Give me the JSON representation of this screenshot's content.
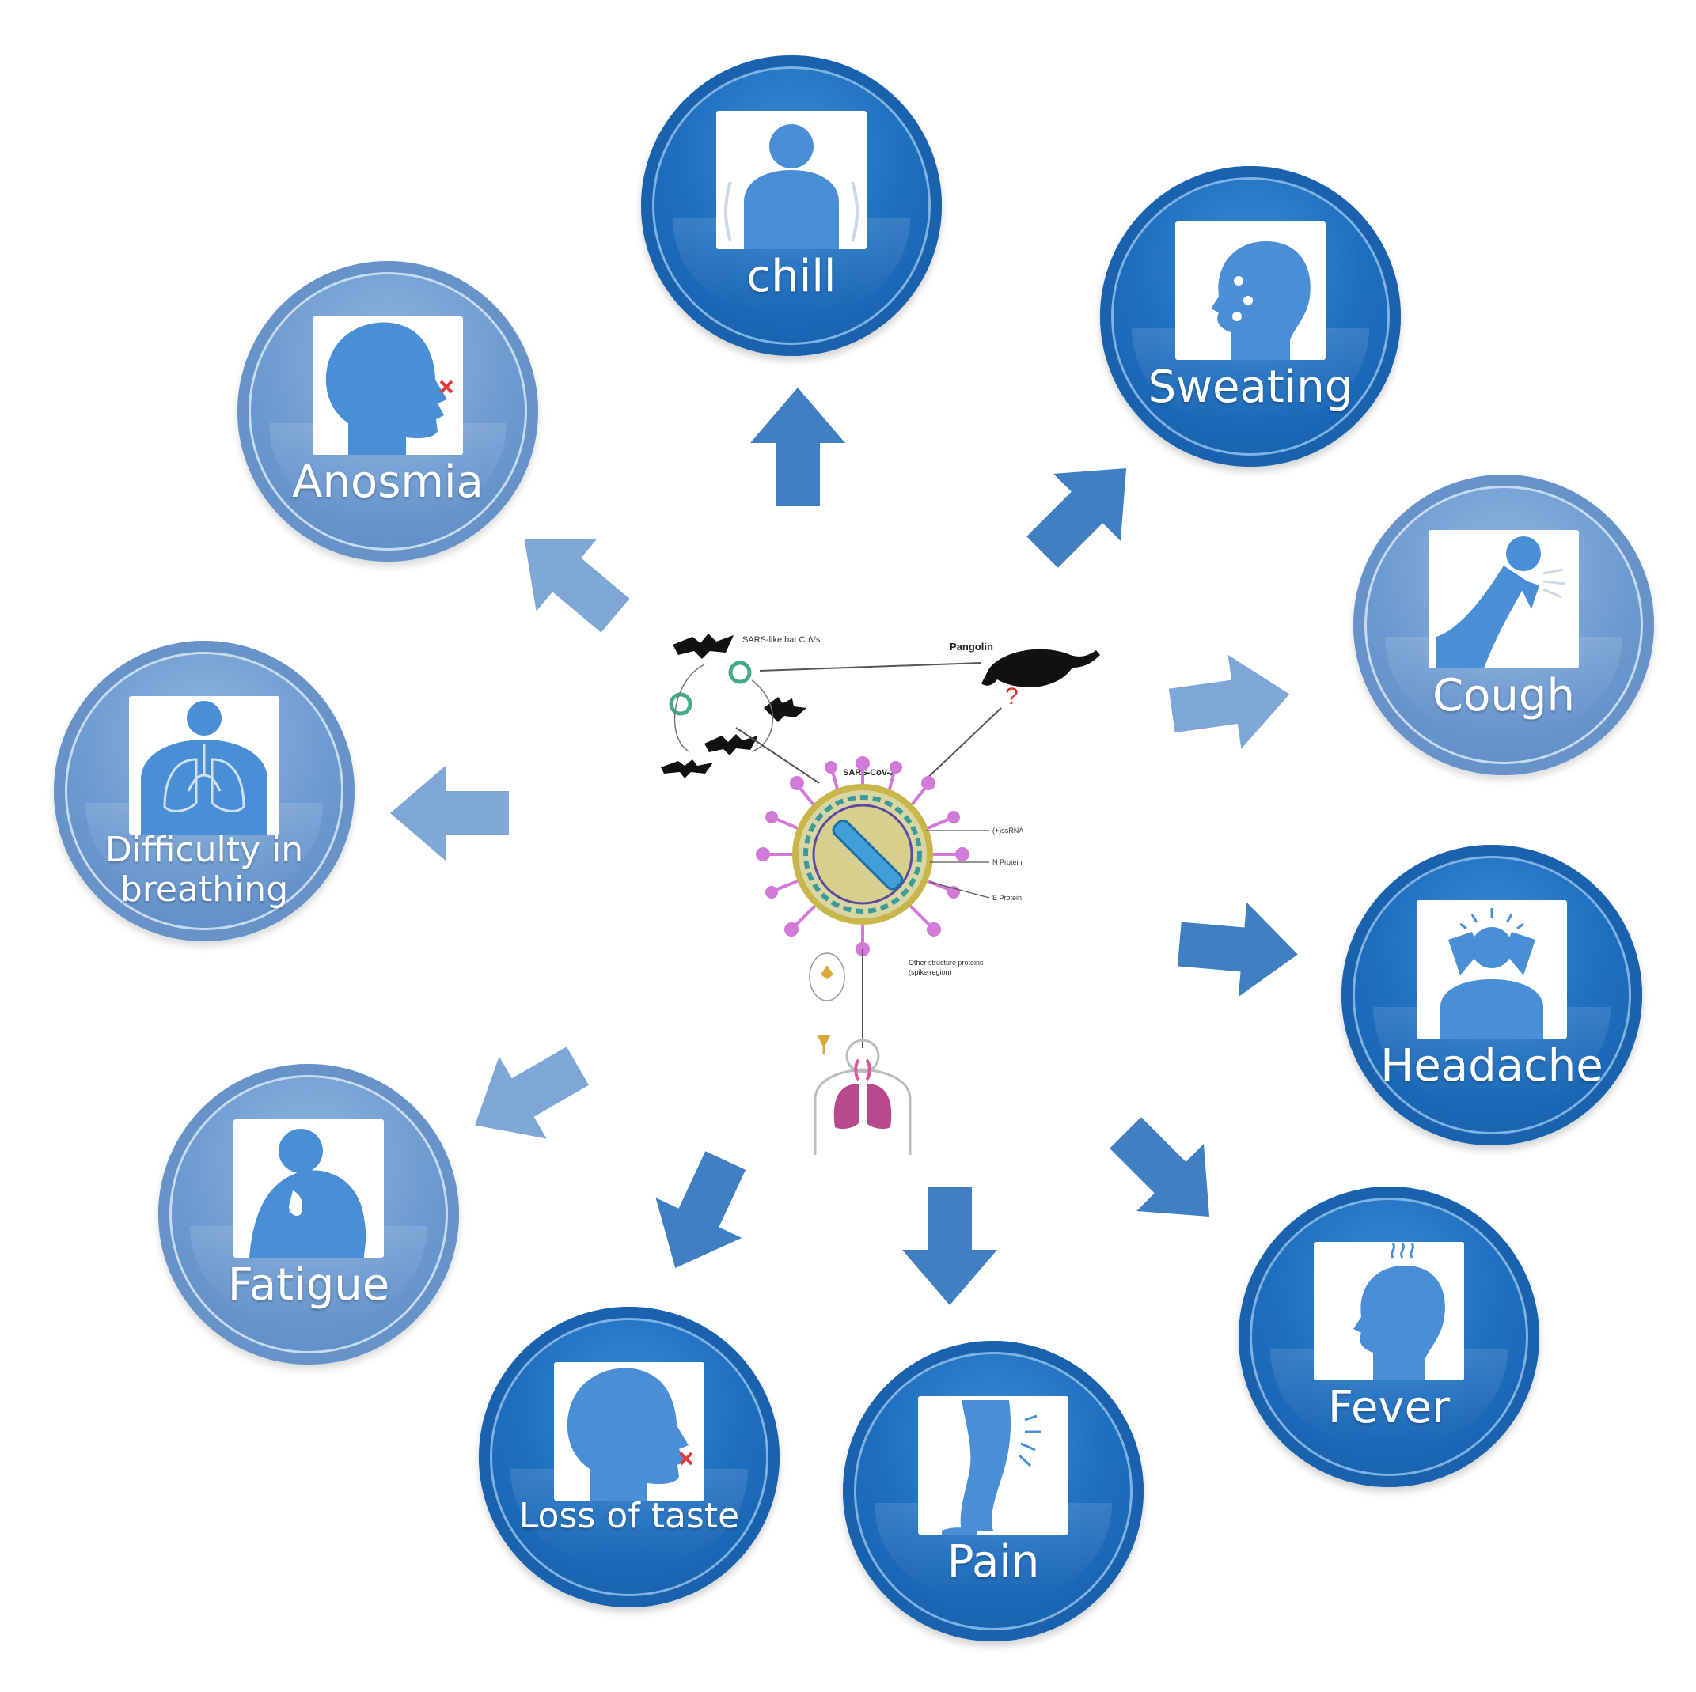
{
  "diagram": {
    "nodes": [
      {
        "id": "chill",
        "label": "chill",
        "icon": "person-shivering-icon",
        "tone": "dark"
      },
      {
        "id": "sweating",
        "label": "Sweating",
        "icon": "sweating-head-icon",
        "tone": "dark"
      },
      {
        "id": "cough",
        "label": "Cough",
        "icon": "coughing-person-icon",
        "tone": "light"
      },
      {
        "id": "headache",
        "label": "Headache",
        "icon": "headache-person-icon",
        "tone": "dark"
      },
      {
        "id": "fever",
        "label": "Fever",
        "icon": "hot-head-icon",
        "tone": "dark"
      },
      {
        "id": "pain",
        "label": "Pain",
        "icon": "leg-pain-icon",
        "tone": "dark"
      },
      {
        "id": "loss-of-taste",
        "label": "Loss of taste",
        "icon": "mouth-cross-head-icon",
        "tone": "dark"
      },
      {
        "id": "fatigue",
        "label": "Fatigue",
        "icon": "tired-person-icon",
        "tone": "light"
      },
      {
        "id": "difficulty-in-breathing",
        "label": "Difficulty in breathing",
        "icon": "lungs-torso-icon",
        "tone": "light"
      },
      {
        "id": "anosmia",
        "label": "Anosmia",
        "icon": "nose-cross-head-icon",
        "tone": "light"
      }
    ],
    "center": {
      "label_bat": "SARS-like bat CoVs",
      "label_pangolin": "Pangolin",
      "label_virus": "SARS-CoV-2",
      "label_rna": "(+)ssRNA",
      "label_n": "N Protein",
      "label_e": "E Protein",
      "label_other": "Other structure proteins",
      "label_other2": "(spike region)",
      "question_mark": "?",
      "icons": [
        "bat-icon",
        "pangolin-icon",
        "coronavirus-icon",
        "ace2-receptor-icon",
        "human-lungs-icon"
      ]
    },
    "colors": {
      "badge_dark": "#1f6fbf",
      "badge_light": "#6d9ad0",
      "icon_fill": "#4a8fd6",
      "arrow_dark": "#3f7fc2",
      "arrow_light": "#7ea7d6"
    }
  }
}
